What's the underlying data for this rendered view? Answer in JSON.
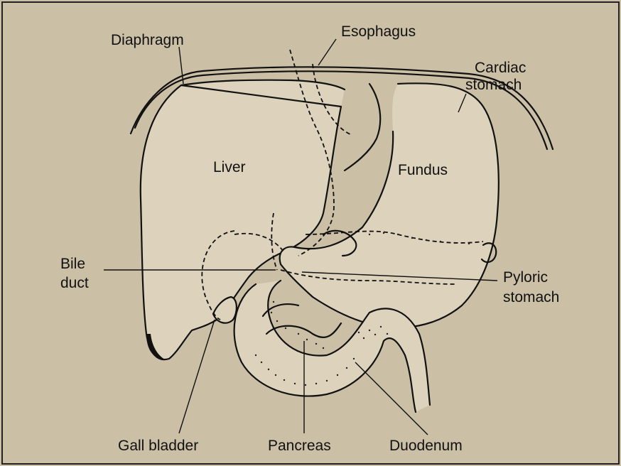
{
  "diagram": {
    "labels": {
      "diaphragm": "Diaphragm",
      "esophagus": "Esophagus",
      "cardiac_stomach_line1": "Cardiac",
      "cardiac_stomach_line2": "stomach",
      "liver": "Liver",
      "fundus": "Fundus",
      "bile_duct_line1": "Bile",
      "bile_duct_line2": "duct",
      "pyloric_stomach_line1": "Pyloric",
      "pyloric_stomach_line2": "stomach",
      "gall_bladder": "Gall bladder",
      "pancreas": "Pancreas",
      "duodenum": "Duodenum"
    }
  },
  "colors": {
    "paper": "#cbbfa6",
    "organ": "#ddd3bd",
    "ink": "#111111"
  }
}
